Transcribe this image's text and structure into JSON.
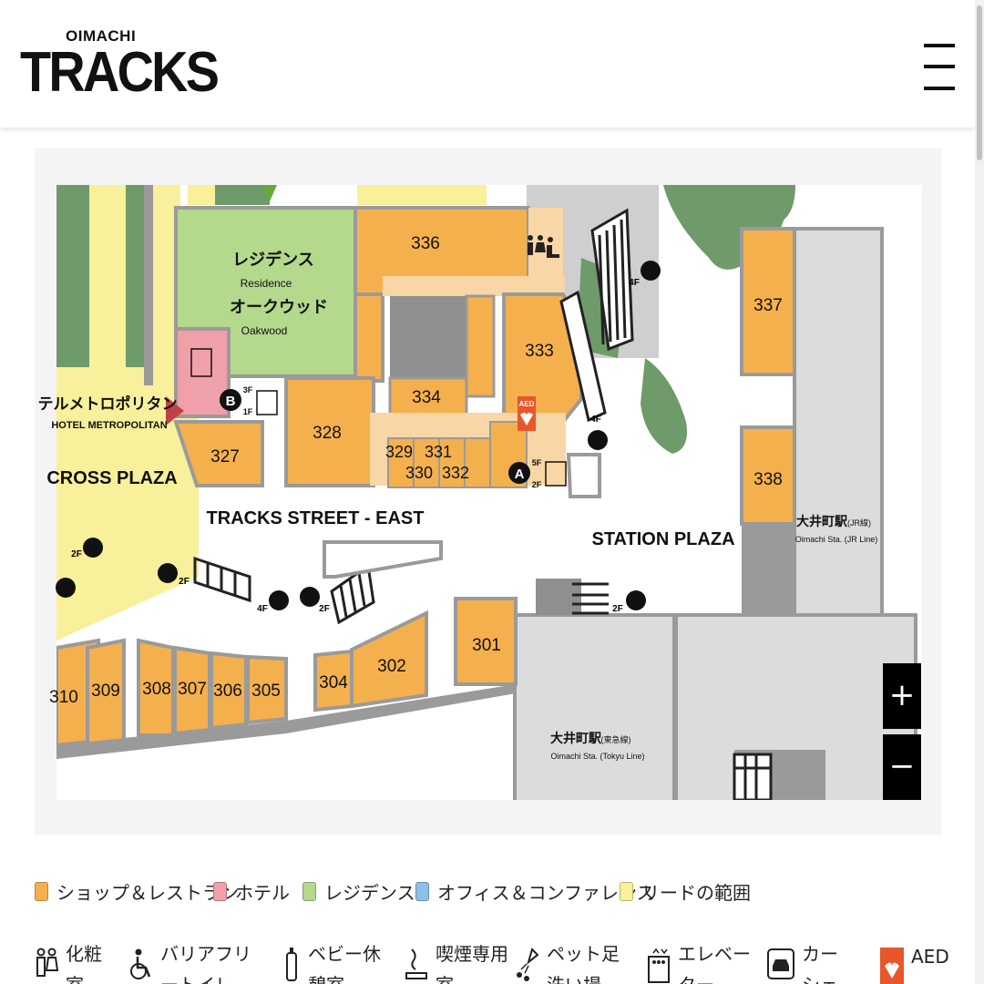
{
  "header": {
    "logo_small": "OIMACHI",
    "logo_big": "TRACKS",
    "menu_icon": "hamburger-menu-icon"
  },
  "map": {
    "rooms": {
      "r301": "301",
      "r302": "302",
      "r304": "304",
      "r305": "305",
      "r306": "306",
      "r307": "307",
      "r308": "308",
      "r309": "309",
      "r310": "310",
      "r327": "327",
      "r328": "328",
      "r329": "329",
      "r330": "330",
      "r331": "331",
      "r332": "332",
      "r333": "333",
      "r334": "334",
      "r336": "336",
      "r337": "337",
      "r338": "338"
    },
    "labels": {
      "residence_ja": "レジデンス",
      "residence_en": "Residence",
      "oakwood_ja": "オークウッド",
      "oakwood_en": "Oakwood",
      "hotel_ja": "テルメトロポリタン",
      "hotel_en": "HOTEL METROPOLITAN",
      "cross_plaza": "CROSS PLAZA",
      "tracks_street": "TRACKS STREET - EAST",
      "station_plaza": "STATION PLAZA",
      "jr_station_ja": "大井町駅",
      "jr_station_line_ja": "(JR線)",
      "jr_station_en": "Oimachi Sta. (JR Line)",
      "tokyu_station_ja": "大井町駅",
      "tokyu_station_line_ja": "(東急線)",
      "tokyu_station_en": "Oimachi Sta. (Tokyu Line)",
      "aed": "AED",
      "elevator_a": "A",
      "elevator_b": "B",
      "floor_3f": "3F",
      "floor_1f": "1F",
      "floor_5f": "5F",
      "floor_2f": "2F",
      "floor_4f": "4F"
    },
    "zoom_in": "+",
    "zoom_out": "−"
  },
  "legend": [
    {
      "label": "ショップ＆レストラン",
      "color": "#f5b04e"
    },
    {
      "label": "ホテル",
      "color": "#f0a0a8"
    },
    {
      "label": "レジデンス",
      "color": "#b4d88c"
    },
    {
      "label": "オフィス＆コンファレンス",
      "color": "#8fbfe8"
    },
    {
      "label": "リードの範囲",
      "color": "#f8f09a"
    }
  ],
  "facilities": [
    {
      "label": "化粧室",
      "icon": "restroom-icon"
    },
    {
      "label": "バリアフリートイレ",
      "icon": "accessible-toilet-icon"
    },
    {
      "label": "ベビー休憩室",
      "icon": "baby-room-icon"
    },
    {
      "label": "喫煙専用室",
      "icon": "smoking-room-icon"
    },
    {
      "label": "ペット足洗い場",
      "icon": "pet-wash-icon"
    },
    {
      "label": "エレベーター",
      "icon": "elevator-icon"
    },
    {
      "label": "カーシェア",
      "icon": "car-share-icon"
    },
    {
      "label": "AED",
      "icon": "aed-icon"
    }
  ],
  "colors": {
    "shop": "#f5b04e",
    "shop_light": "#f8d6a6",
    "hotel": "#f0a0a8",
    "residence": "#b4d88c",
    "lead_area": "#f8f09a",
    "wall": "#9a9a9a",
    "green_area": "#6f9a6a",
    "station": "#dcdcdc"
  }
}
